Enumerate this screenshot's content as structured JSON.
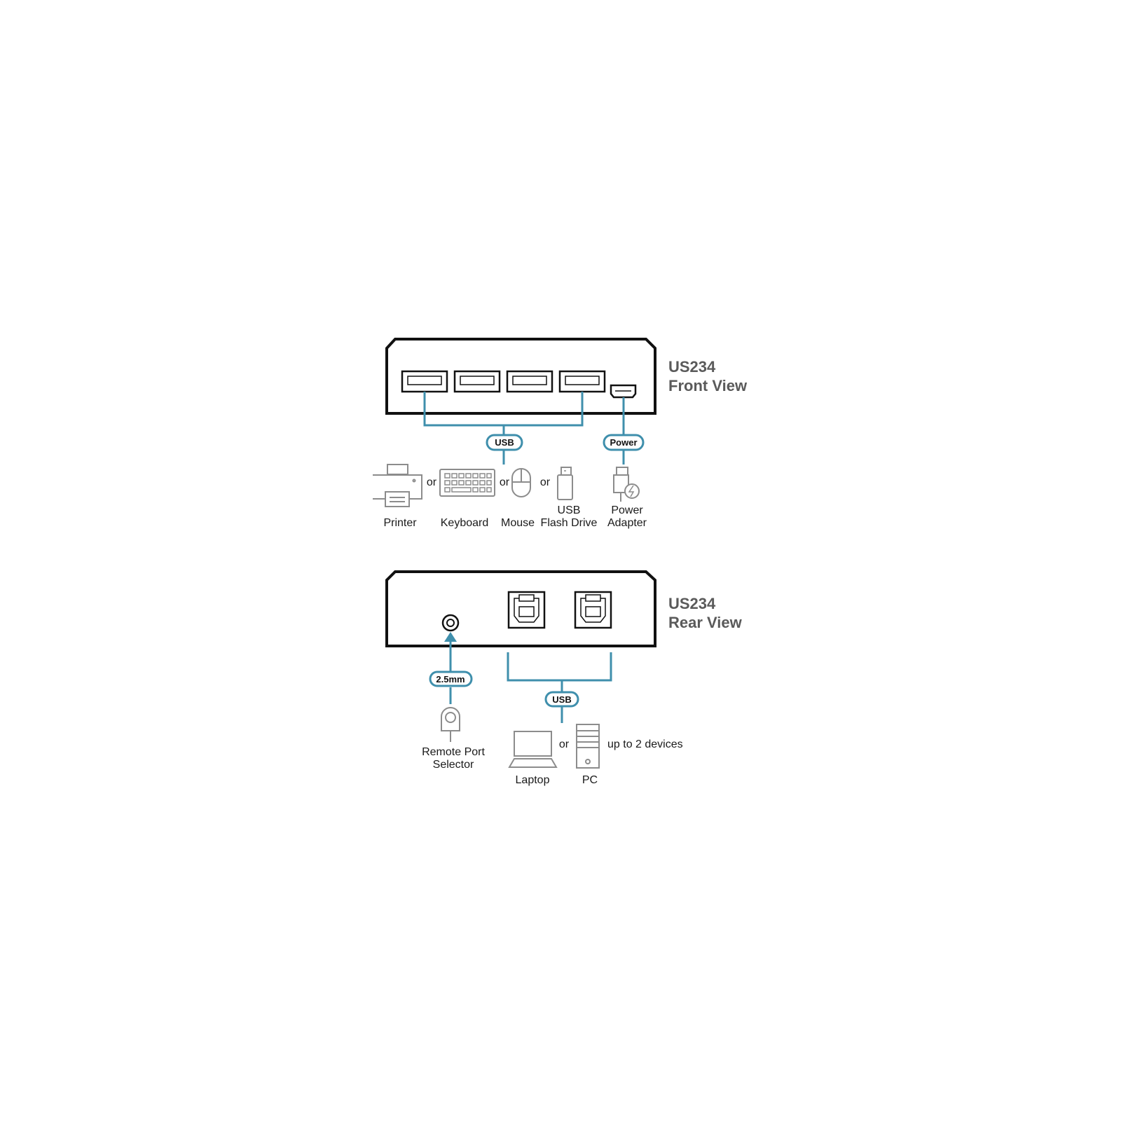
{
  "colors": {
    "connector": "#3f8fac",
    "title": "#5a5a5a",
    "device_icon": "#8c8c8c",
    "unit_outline": "#111111"
  },
  "front": {
    "title_line1": "US234",
    "title_line2": "Front View",
    "usb_pill": "USB",
    "power_pill": "Power",
    "or_1": "or",
    "or_2": "or",
    "or_3": "or",
    "devices": {
      "printer": "Printer",
      "keyboard": "Keyboard",
      "mouse": "Mouse",
      "flash_line1": "USB",
      "flash_line2": "Flash Drive",
      "power_line1": "Power",
      "power_line2": "Adapter"
    }
  },
  "rear": {
    "title_line1": "US234",
    "title_line2": "Rear View",
    "jack_pill": "2.5mm",
    "usb_pill": "USB",
    "or": "or",
    "note": "up to 2 devices",
    "devices": {
      "remote_line1": "Remote Port",
      "remote_line2": "Selector",
      "laptop": "Laptop",
      "pc": "PC"
    }
  }
}
